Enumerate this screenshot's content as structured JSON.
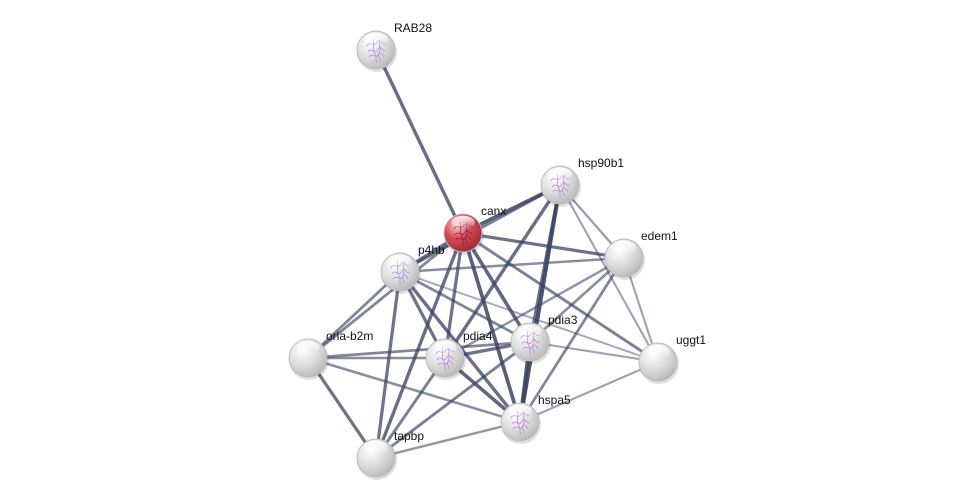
{
  "network": {
    "colors": {
      "query_node": "#d94a55",
      "default_node": "#dcdcdc",
      "edge": "#3a4263",
      "structure_icon": "#b17fd8"
    },
    "nodes": [
      {
        "id": "RAB28",
        "label": "RAB28",
        "query": false,
        "has_structure": true
      },
      {
        "id": "hsp90b1",
        "label": "hsp90b1",
        "query": false,
        "has_structure": true
      },
      {
        "id": "canx",
        "label": "canx",
        "query": true,
        "has_structure": true
      },
      {
        "id": "edem1",
        "label": "edem1",
        "query": false,
        "has_structure": false
      },
      {
        "id": "p4hb",
        "label": "p4hb",
        "query": false,
        "has_structure": true
      },
      {
        "id": "pdia3",
        "label": "pdia3",
        "query": false,
        "has_structure": true
      },
      {
        "id": "orla-b2m",
        "label": "orla-b2m",
        "query": false,
        "has_structure": false
      },
      {
        "id": "pdia4",
        "label": "pdia4",
        "query": false,
        "has_structure": true
      },
      {
        "id": "uggt1",
        "label": "uggt1",
        "query": false,
        "has_structure": false
      },
      {
        "id": "hspa5",
        "label": "hspa5",
        "query": false,
        "has_structure": true
      },
      {
        "id": "tapbp",
        "label": "tapbp",
        "query": false,
        "has_structure": false
      }
    ],
    "edges": [
      {
        "source": "RAB28",
        "target": "canx",
        "strength": 0.75
      },
      {
        "source": "canx",
        "target": "hsp90b1",
        "strength": 0.85
      },
      {
        "source": "canx",
        "target": "edem1",
        "strength": 0.7
      },
      {
        "source": "canx",
        "target": "p4hb",
        "strength": 0.75
      },
      {
        "source": "canx",
        "target": "pdia3",
        "strength": 0.8
      },
      {
        "source": "canx",
        "target": "pdia4",
        "strength": 0.7
      },
      {
        "source": "canx",
        "target": "uggt1",
        "strength": 0.6
      },
      {
        "source": "canx",
        "target": "hspa5",
        "strength": 0.85
      },
      {
        "source": "canx",
        "target": "tapbp",
        "strength": 0.75
      },
      {
        "source": "canx",
        "target": "orla-b2m",
        "strength": 0.55
      },
      {
        "source": "hsp90b1",
        "target": "p4hb",
        "strength": 0.6
      },
      {
        "source": "hsp90b1",
        "target": "pdia3",
        "strength": 0.7
      },
      {
        "source": "hsp90b1",
        "target": "pdia4",
        "strength": 0.75
      },
      {
        "source": "hsp90b1",
        "target": "hspa5",
        "strength": 0.95
      },
      {
        "source": "hsp90b1",
        "target": "edem1",
        "strength": 0.4
      },
      {
        "source": "hsp90b1",
        "target": "uggt1",
        "strength": 0.35
      },
      {
        "source": "edem1",
        "target": "p4hb",
        "strength": 0.5
      },
      {
        "source": "edem1",
        "target": "pdia3",
        "strength": 0.5
      },
      {
        "source": "edem1",
        "target": "hspa5",
        "strength": 0.55
      },
      {
        "source": "edem1",
        "target": "pdia4",
        "strength": 0.45
      },
      {
        "source": "edem1",
        "target": "uggt1",
        "strength": 0.35
      },
      {
        "source": "p4hb",
        "target": "pdia3",
        "strength": 0.55
      },
      {
        "source": "p4hb",
        "target": "pdia4",
        "strength": 0.7
      },
      {
        "source": "p4hb",
        "target": "hspa5",
        "strength": 0.75
      },
      {
        "source": "p4hb",
        "target": "orla-b2m",
        "strength": 0.55
      },
      {
        "source": "p4hb",
        "target": "tapbp",
        "strength": 0.7
      },
      {
        "source": "p4hb",
        "target": "uggt1",
        "strength": 0.3
      },
      {
        "source": "pdia3",
        "target": "pdia4",
        "strength": 0.7
      },
      {
        "source": "pdia3",
        "target": "hspa5",
        "strength": 0.9
      },
      {
        "source": "pdia3",
        "target": "tapbp",
        "strength": 0.6
      },
      {
        "source": "pdia3",
        "target": "orla-b2m",
        "strength": 0.55
      },
      {
        "source": "pdia3",
        "target": "uggt1",
        "strength": 0.35
      },
      {
        "source": "pdia4",
        "target": "hspa5",
        "strength": 0.8
      },
      {
        "source": "pdia4",
        "target": "orla-b2m",
        "strength": 0.5
      },
      {
        "source": "pdia4",
        "target": "tapbp",
        "strength": 0.6
      },
      {
        "source": "orla-b2m",
        "target": "tapbp",
        "strength": 0.7
      },
      {
        "source": "orla-b2m",
        "target": "hspa5",
        "strength": 0.5
      },
      {
        "source": "hspa5",
        "target": "uggt1",
        "strength": 0.35
      },
      {
        "source": "hspa5",
        "target": "tapbp",
        "strength": 0.45
      }
    ]
  }
}
